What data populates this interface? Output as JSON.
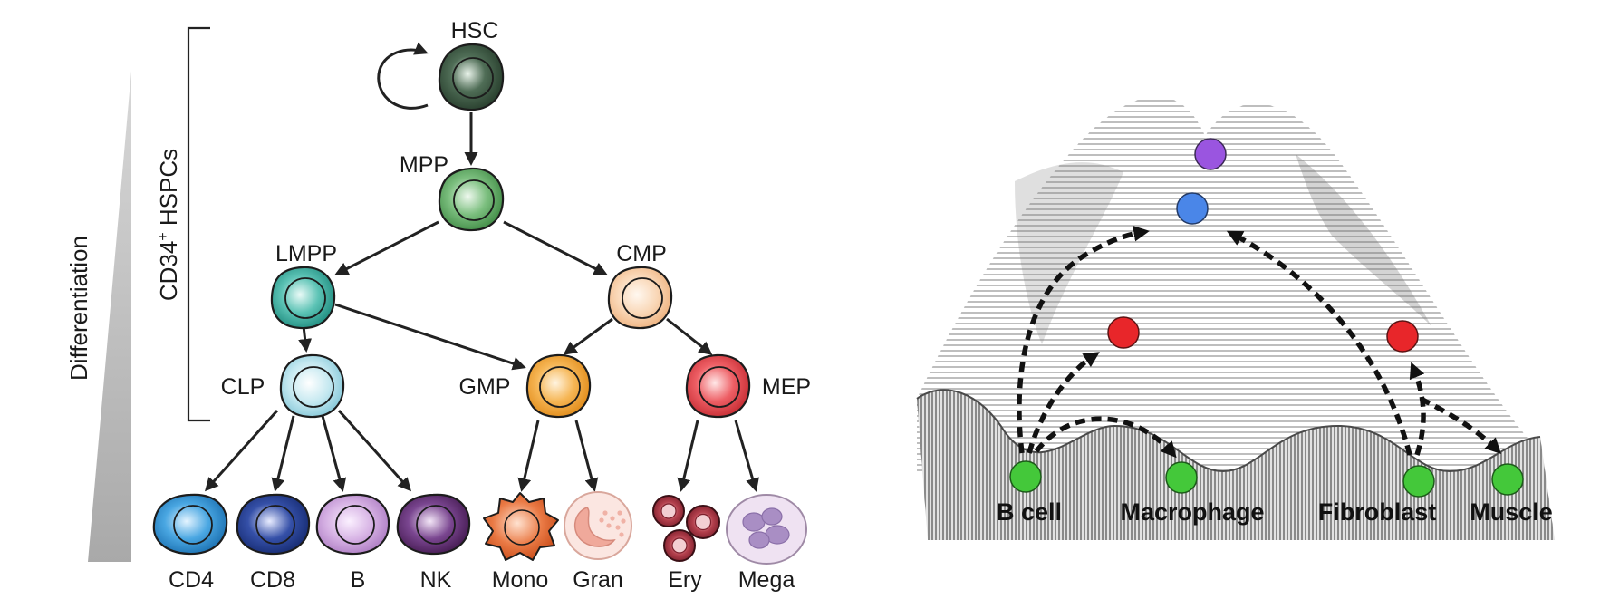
{
  "hierarchy": {
    "side_label": "Differentiation",
    "bracket_label": "CD34",
    "bracket_label_sup": "+",
    "bracket_label_rest": " HSPCs",
    "nodes": {
      "hsc": "HSC",
      "mpp": "MPP",
      "lmpp": "LMPP",
      "cmp": "CMP",
      "clp": "CLP",
      "gmp": "GMP",
      "mep": "MEP"
    },
    "terminals": {
      "cd4": "CD4",
      "cd8": "CD8",
      "b": "B",
      "nk": "NK",
      "mono": "Mono",
      "gran": "Gran",
      "ery": "Ery",
      "mega": "Mega"
    },
    "colors": {
      "hsc": "#2f4a35",
      "mpp": "#5aa05e",
      "lmpp": "#33a89a",
      "cmp": "#f5c9a0",
      "clp": "#a9dbe6",
      "gmp": "#f2a43a",
      "mep": "#e2434a",
      "cd4": "#2b8fd1",
      "cd8": "#1f3a8a",
      "b": "#c596d6",
      "nk": "#5a2a6a",
      "mono": "#e0622e",
      "gran": "#f2b3a8",
      "ery": "#a8323f",
      "mega": "#dcc3e3"
    }
  },
  "landscape": {
    "labels": {
      "bcell": "B cell",
      "macrophage": "Macrophage",
      "fibroblast": "Fibroblast",
      "muscle": "Muscle"
    },
    "colors": {
      "top": "#9a55e0",
      "upper": "#4a86e8",
      "intermediate": "#e8262a",
      "terminal": "#44c83a"
    }
  }
}
